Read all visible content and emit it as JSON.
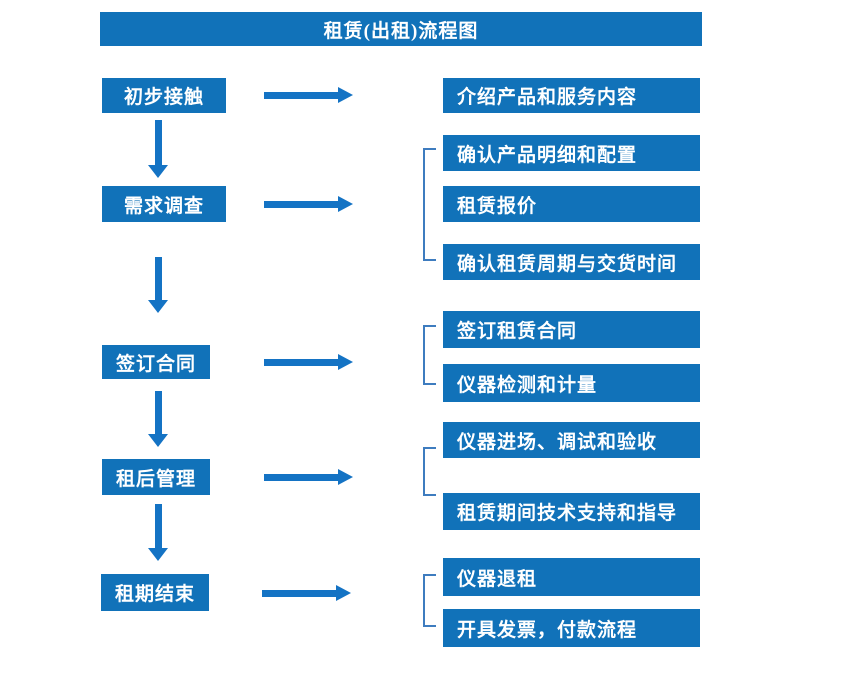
{
  "flowchart": {
    "title": "租赁(出租)流程图",
    "steps": [
      {
        "label": "初步接触",
        "details": [
          "介绍产品和服务内容"
        ]
      },
      {
        "label": "需求调查",
        "details": [
          "确认产品明细和配置",
          "租赁报价",
          "确认租赁周期与交货时间"
        ]
      },
      {
        "label": "签订合同",
        "details": [
          "签订租赁合同",
          "仪器检测和计量"
        ]
      },
      {
        "label": "租后管理",
        "details": [
          "仪器进场、调试和验收",
          "租赁期间技术支持和指导"
        ]
      },
      {
        "label": "租期结束",
        "details": [
          "仪器退租",
          "开具发票，付款流程"
        ]
      }
    ],
    "colors": {
      "box_fill": "#1172B9",
      "arrow": "#1473C4",
      "bracket": "#3E7CBF",
      "text": "#FFFFFF",
      "background": "#FFFFFF"
    }
  }
}
